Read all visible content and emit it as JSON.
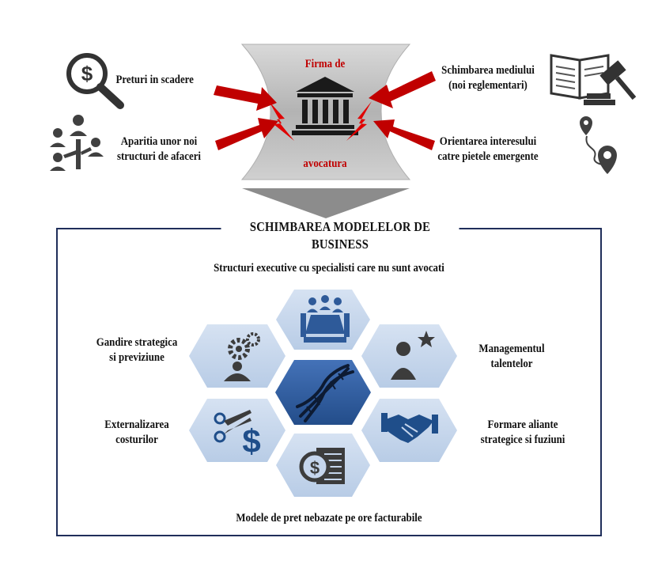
{
  "firm": {
    "top": "Firma de",
    "bottom": "avocatura"
  },
  "factors": {
    "top_left": "Preturi in scadere",
    "bottom_left_1": "Aparitia unor noi",
    "bottom_left_2": "structuri de afaceri",
    "top_right_1": "Schimbarea mediului",
    "top_right_2": "(noi reglementari)",
    "bottom_right_1": "Orientarea interesului",
    "bottom_right_2": "catre pietele emergente"
  },
  "section_title": "SCHIMBAREA MODELELOR DE BUSINESS",
  "models": {
    "top": "Structuri executive cu specialisti care nu sunt avocati",
    "upper_left_1": "Gandire strategica",
    "upper_left_2": "si previziune",
    "upper_right_1": "Managementul",
    "upper_right_2": "talentelor",
    "lower_left_1": "Externalizarea",
    "lower_left_2": "costurilor",
    "lower_right_1": "Formare aliante",
    "lower_right_2": "strategice si fuziuni",
    "bottom": "Modele de pret nebazate pe ore facturabile"
  },
  "colors": {
    "arrow": "#c00000",
    "hex_fill": "#c5d5ec",
    "hex_center": "#2e5a99",
    "icon": "#3c3c3c",
    "frame": "#1f2e5a"
  }
}
